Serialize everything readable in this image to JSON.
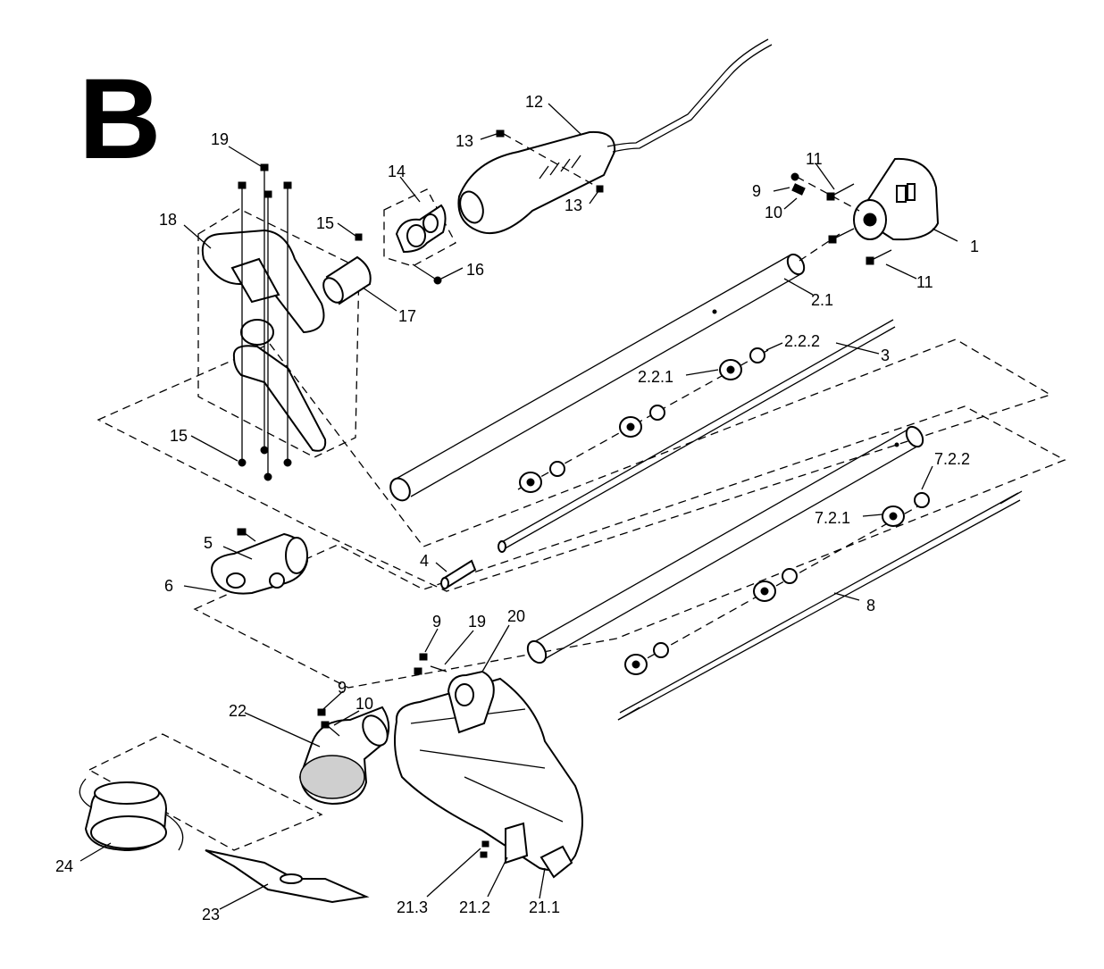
{
  "diagram": {
    "section_letter": "B",
    "callouts": [
      "1",
      "2.1",
      "2.2.1",
      "2.2.2",
      "3",
      "4",
      "5",
      "6",
      "7.2.1",
      "7.2.2",
      "8",
      "9",
      "9",
      "9",
      "10",
      "10",
      "11",
      "11",
      "12",
      "13",
      "13",
      "14",
      "15",
      "15",
      "16",
      "17",
      "18",
      "19",
      "19",
      "20",
      "21.1",
      "21.2",
      "21.3",
      "22",
      "23",
      "24"
    ]
  }
}
